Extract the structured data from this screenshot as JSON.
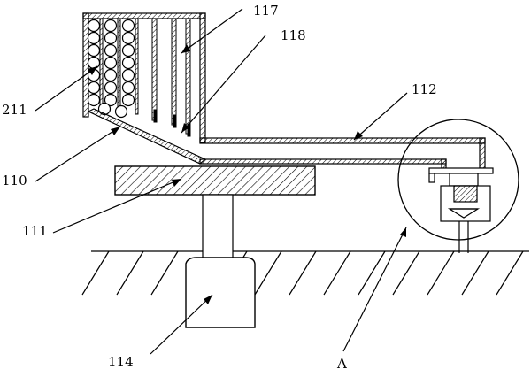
{
  "labels": {
    "l117": "117",
    "l118": "118",
    "l211": "211",
    "l112": "112",
    "l110": "110",
    "l111": "111",
    "l114": "114",
    "lA": "A"
  }
}
